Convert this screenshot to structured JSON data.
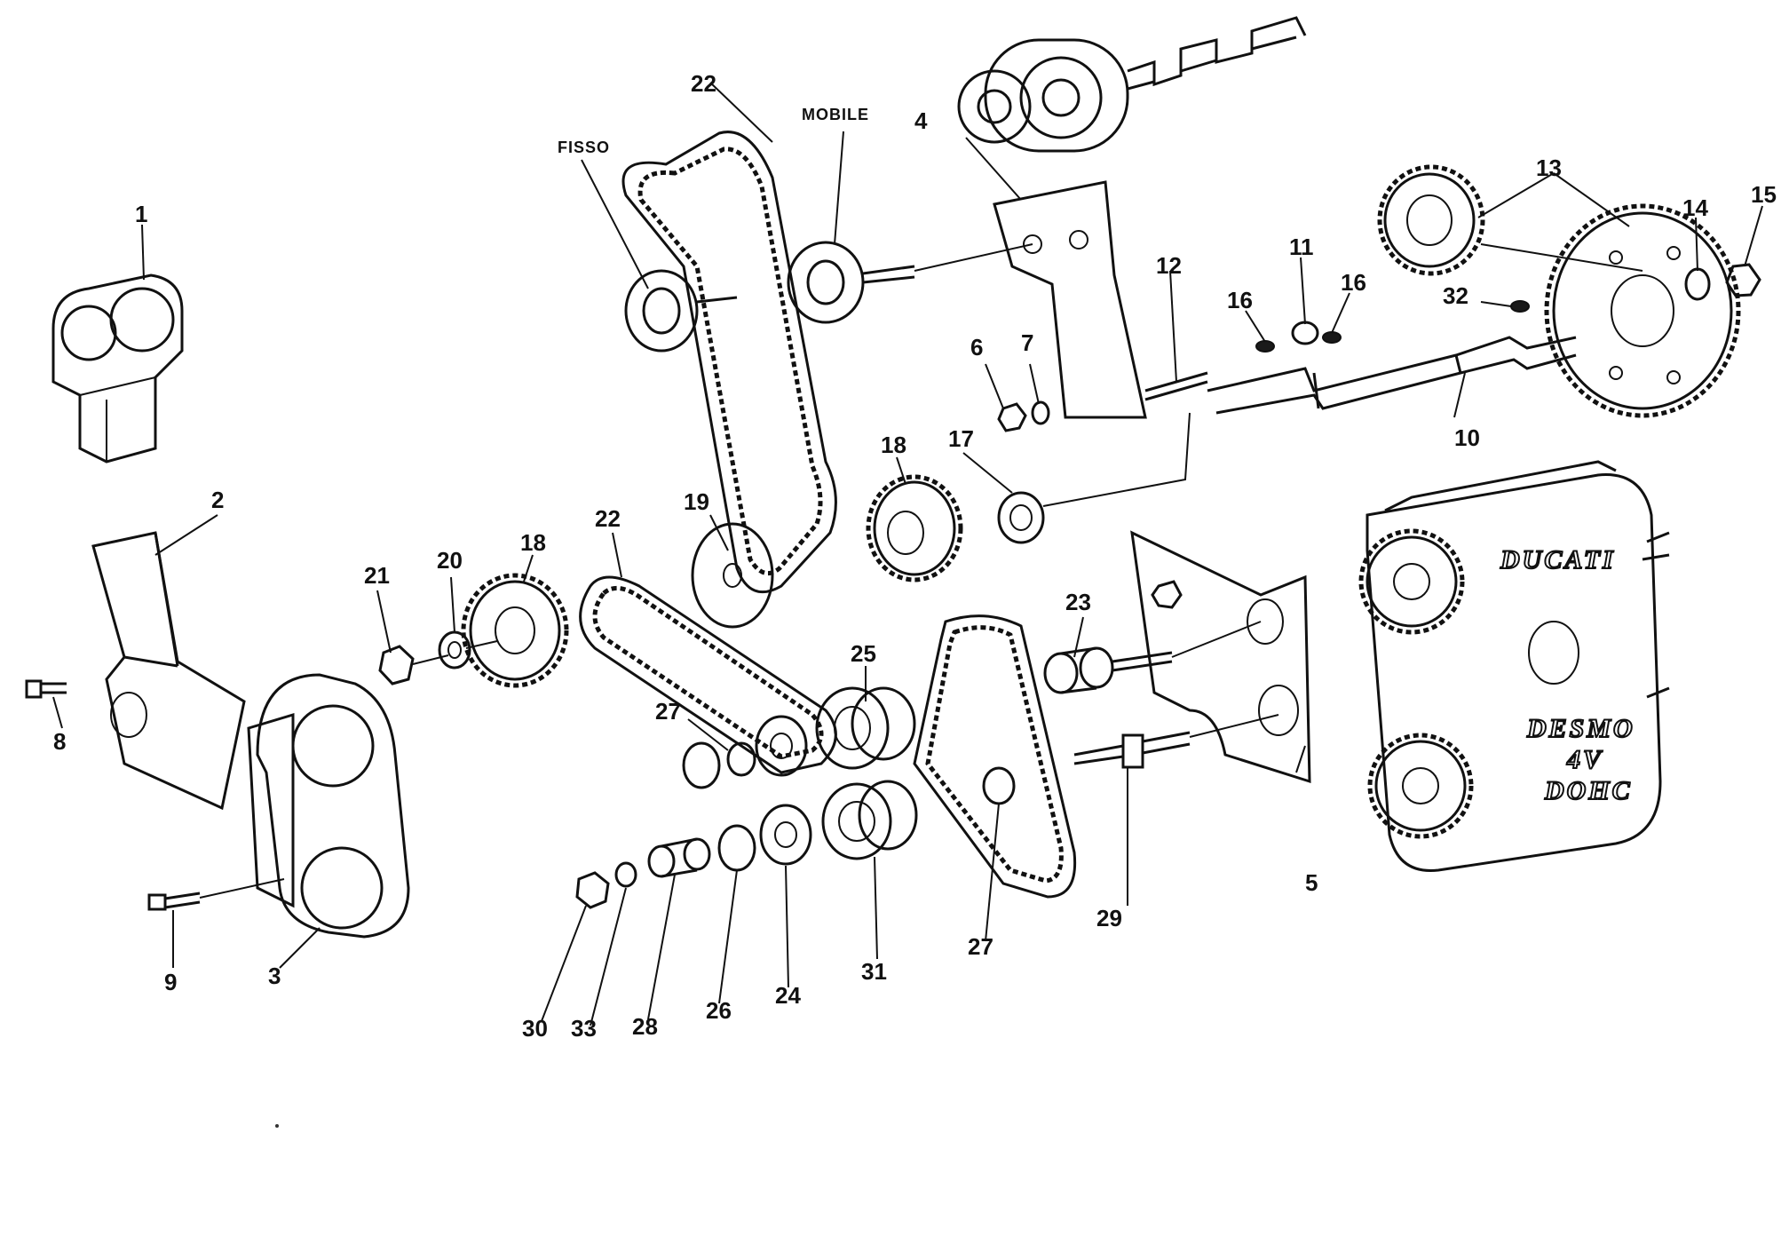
{
  "labels": {
    "fixed_tensioner": "FISSO",
    "mobile_tensioner": "MOBILE"
  },
  "cover_text": {
    "brand": "DUCATI",
    "line1": "DESMO",
    "line2": "4V",
    "line3": "DOHC"
  },
  "parts": [
    "1",
    "2",
    "3",
    "4",
    "5",
    "6",
    "7",
    "8",
    "9",
    "10",
    "11",
    "12",
    "13",
    "14",
    "15",
    "16",
    "16",
    "17",
    "18",
    "18",
    "19",
    "20",
    "21",
    "22",
    "22",
    "23",
    "24",
    "25",
    "26",
    "27",
    "27",
    "28",
    "29",
    "30",
    "31",
    "32",
    "33"
  ]
}
